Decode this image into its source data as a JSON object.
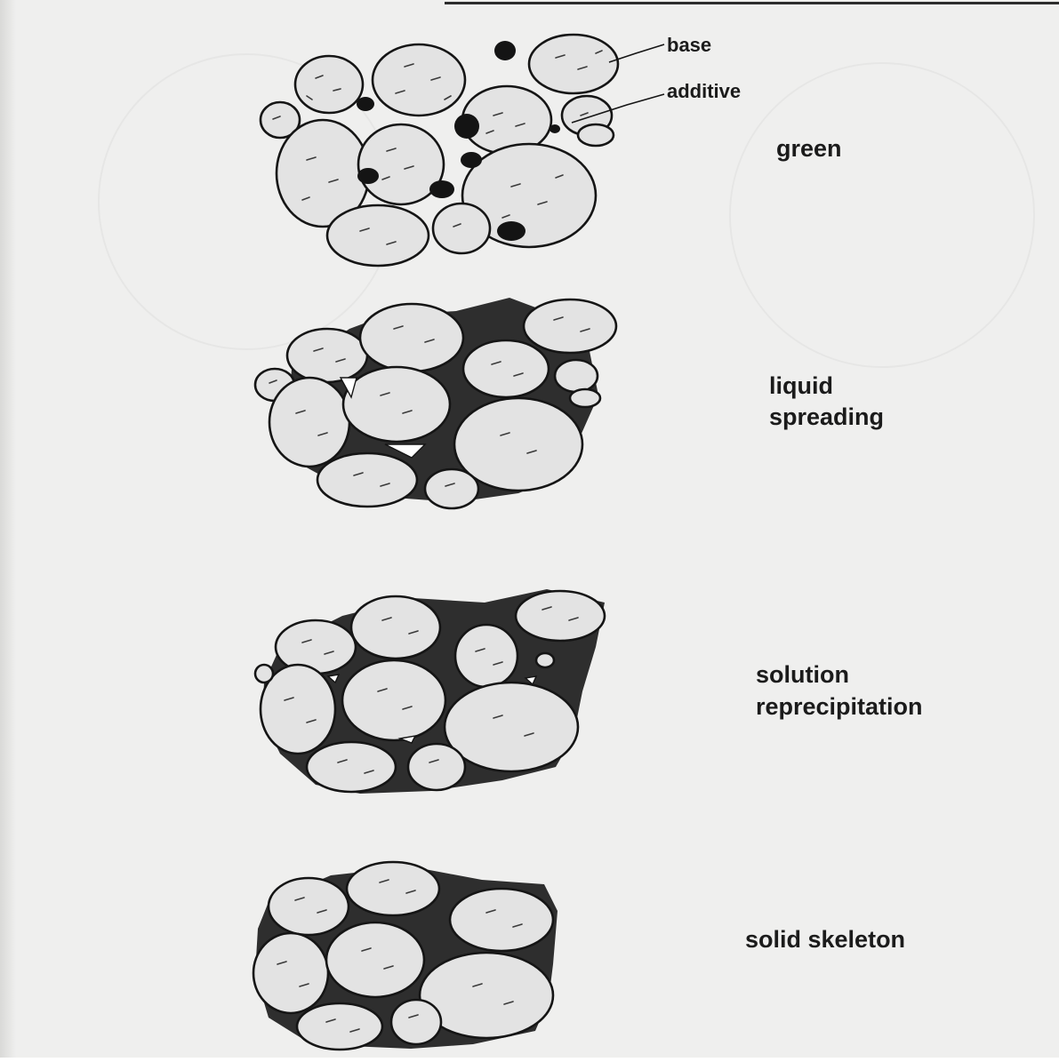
{
  "labels": {
    "base": "base",
    "additive": "additive"
  },
  "stages": [
    {
      "label_line1": "green",
      "label_line2": ""
    },
    {
      "label_line1": "liquid",
      "label_line2": "spreading"
    },
    {
      "label_line1": "solution",
      "label_line2": "reprecipitation"
    },
    {
      "label_line1": "solid skeleton",
      "label_line2": ""
    }
  ],
  "colors": {
    "grain_fill": "#e3e3e3",
    "grain_outline": "#151515",
    "liquid_phase": "#2e2e2e",
    "additive_particle": "#141414",
    "paper": "#efefee"
  }
}
